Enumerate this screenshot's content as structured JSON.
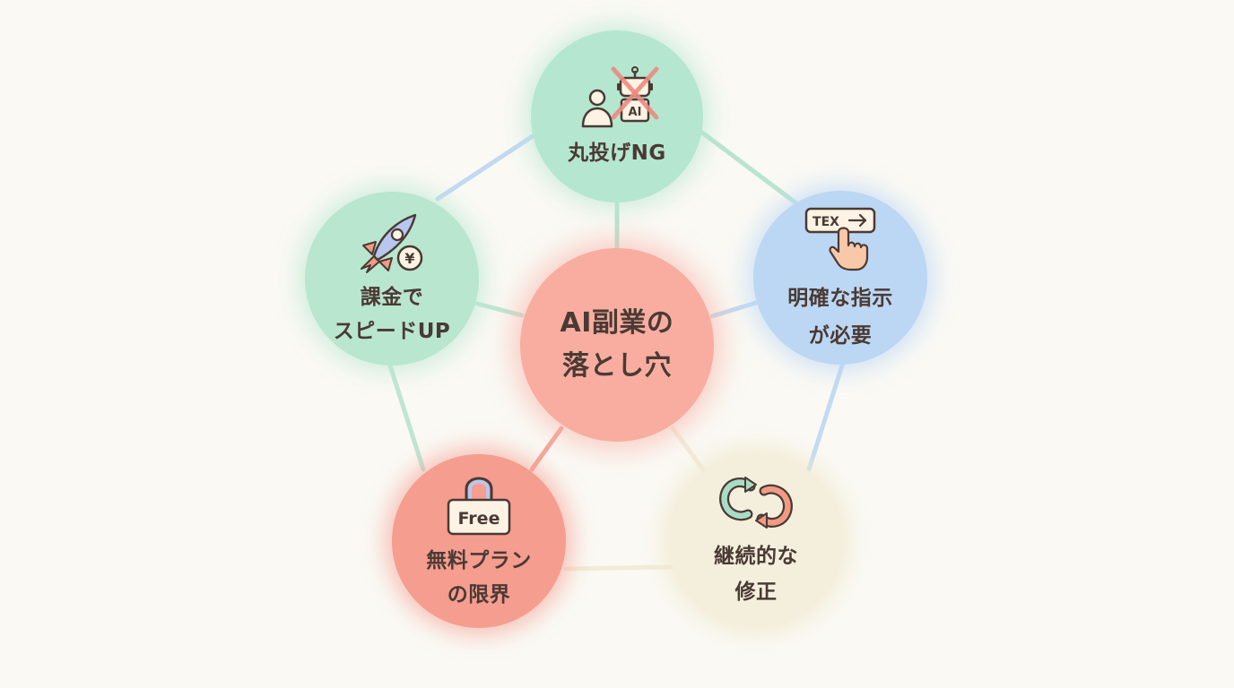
{
  "center": {
    "line1": "AI副業の",
    "line2": "落とし穴"
  },
  "nodes": {
    "top": {
      "label": "丸投げNG",
      "icon_text": "AI"
    },
    "right": {
      "line1": "明確な指示",
      "line2": "が必要",
      "icon_text": "TEX"
    },
    "bottom_right": {
      "line1": "継続的な",
      "line2": "修正"
    },
    "bottom_left": {
      "line1": "無料プラン",
      "line2": "の限界",
      "icon_text": "Free"
    },
    "left": {
      "line1": "課金で",
      "line2": "スピードUP",
      "icon_text": "¥"
    }
  },
  "icons": {
    "top": "person-and-crossed-out-robot-icon",
    "right": "text-input-finger-tap-icon",
    "bottom_right": "circular-refresh-arrows-icon",
    "bottom_left": "padlock-icon",
    "left": "rocket-yen-coin-icon"
  },
  "colors": {
    "background": "#faf9f4",
    "center": "#f8ada0",
    "top": "#b5e6d0",
    "left": "#b8e6cf",
    "right": "#bcd7f4",
    "bottom_left": "#f59d8f",
    "bottom_right": "#f4efdd",
    "text": "#4a3a34"
  }
}
